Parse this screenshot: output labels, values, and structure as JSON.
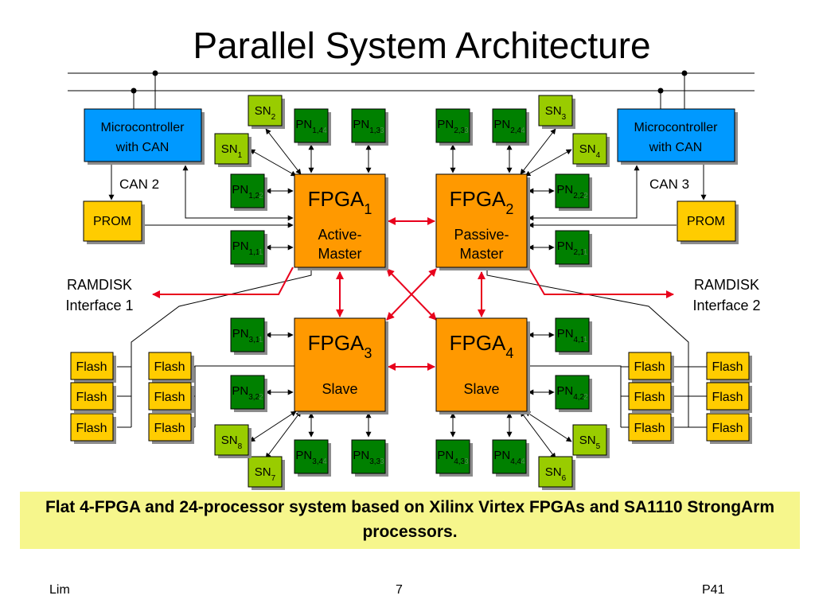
{
  "title": "Parallel System Architecture",
  "colors": {
    "fpga": "#ff9900",
    "pn": "#008000",
    "sn": "#99cc00",
    "flash": "#ffcc00",
    "mcu": "#0099ff",
    "red_link": "#e8001c",
    "caption_bg": "#f6f68c"
  },
  "fpgas": [
    {
      "name": "FPGA",
      "sub": "1",
      "role": [
        "Active-",
        "Master"
      ]
    },
    {
      "name": "FPGA",
      "sub": "2",
      "role": [
        "Passive-",
        "Master"
      ]
    },
    {
      "name": "FPGA",
      "sub": "3",
      "role": [
        "Slave"
      ]
    },
    {
      "name": "FPGA",
      "sub": "4",
      "role": [
        "Slave"
      ]
    }
  ],
  "processing_nodes": [
    {
      "base": "PN",
      "sub": "1,4",
      "ghost": "4"
    },
    {
      "base": "PN",
      "sub": "1,3",
      "ghost": "3"
    },
    {
      "base": "PN",
      "sub": "1,2",
      "ghost": "2"
    },
    {
      "base": "PN",
      "sub": "1,1",
      "ghost": "1"
    },
    {
      "base": "PN",
      "sub": "2,3",
      "ghost": "3"
    },
    {
      "base": "PN",
      "sub": "2,4",
      "ghost": "4"
    },
    {
      "base": "PN",
      "sub": "2,2",
      "ghost": "2"
    },
    {
      "base": "PN",
      "sub": "2,1",
      "ghost": "1"
    },
    {
      "base": "PN",
      "sub": "3,1",
      "ghost": "1"
    },
    {
      "base": "PN",
      "sub": "3,2",
      "ghost": "2"
    },
    {
      "base": "PN",
      "sub": "3,4",
      "ghost": "4"
    },
    {
      "base": "PN",
      "sub": "3,3",
      "ghost": "3"
    },
    {
      "base": "PN",
      "sub": "4,1",
      "ghost": "1"
    },
    {
      "base": "PN",
      "sub": "4,2",
      "ghost": "2"
    },
    {
      "base": "PN",
      "sub": "4,3",
      "ghost": "3"
    },
    {
      "base": "PN",
      "sub": "4,4",
      "ghost": "4"
    }
  ],
  "service_nodes": [
    {
      "base": "SN",
      "sub": "1"
    },
    {
      "base": "SN",
      "sub": "2"
    },
    {
      "base": "SN",
      "sub": "3"
    },
    {
      "base": "SN",
      "sub": "4"
    },
    {
      "base": "SN",
      "sub": "5"
    },
    {
      "base": "SN",
      "sub": "6"
    },
    {
      "base": "SN",
      "sub": "7"
    },
    {
      "base": "SN",
      "sub": "8"
    }
  ],
  "microcontrollers": [
    [
      "Microcontroller",
      "with CAN"
    ],
    [
      "Microcontroller",
      "with CAN"
    ]
  ],
  "prom_label": "PROM",
  "can_labels": [
    "CAN 2",
    "CAN 3"
  ],
  "flash_label": "Flash",
  "ramdisk": [
    [
      "RAMDISK",
      "Interface 1"
    ],
    [
      "RAMDISK",
      "Interface 2"
    ]
  ],
  "caption": "Flat 4-FPGA and 24-processor system based on Xilinx Virtex FPGAs and SA1110 StrongArm processors.",
  "footer": {
    "left": "Lim",
    "center": "7",
    "right": "P41"
  }
}
